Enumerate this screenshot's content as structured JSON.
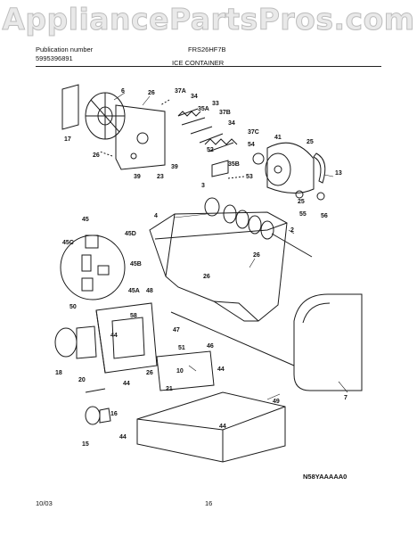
{
  "watermark": "AppliancePartsPros.com",
  "header": {
    "publication_label": "Publication number",
    "publication_number": "5995396891",
    "model": "FRS26HF7B",
    "section_title": "ICE CONTAINER"
  },
  "callouts": {
    "c2": "2",
    "c3": "3",
    "c4": "4",
    "c6": "6",
    "c7": "7",
    "c10": "10",
    "c13": "13",
    "c15": "15",
    "c16": "16",
    "c17": "17",
    "c18": "18",
    "c20": "20",
    "c21": "21",
    "c23": "23",
    "c25a": "25",
    "c25b": "25",
    "c26a": "26",
    "c26b": "26",
    "c26c": "26",
    "c26d": "26",
    "c26e": "26",
    "c33": "33",
    "c34a": "34",
    "c34b": "34",
    "c35a": "35A",
    "c35b": "35B",
    "c37a": "37A",
    "c37b": "37B",
    "c37c": "37C",
    "c39a": "39",
    "c39b": "39",
    "c41": "41",
    "c44a": "44",
    "c44b": "44",
    "c44c": "44",
    "c44d": "44",
    "c44e": "44",
    "c45": "45",
    "c45a": "45A",
    "c45b": "45B",
    "c45c": "45C",
    "c45d": "45D",
    "c46": "46",
    "c47": "47",
    "c48": "48",
    "c49": "49",
    "c50": "50",
    "c51": "51",
    "c52": "52",
    "c53": "53",
    "c54": "54",
    "c55": "55",
    "c56": "56",
    "c58": "58"
  },
  "footer": {
    "date": "10/03",
    "page": "16",
    "diagram_code": "N58YAAAAA0"
  }
}
